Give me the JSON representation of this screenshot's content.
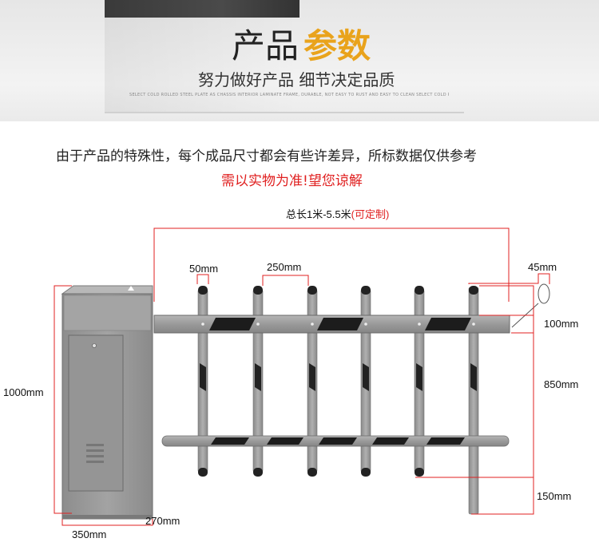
{
  "header": {
    "title_black": "产品",
    "title_accent": "参数",
    "subtitle": "努力做好产品 细节决定品质",
    "fine_print": "SELECT COLD ROLLED STEEL PLATE AS CHASSIS INTERIOR LAMINATE FRAME, DURABLE, NOT EASY TO RUST AND EASY TO CLEAN SELECT COLD ROLLED STEEL PLATE AS CHASSIS INTERIOR LAMINATE FRAME, DURABLE, NOT EASY TO RUST AND EASY TO CLEAN THICKENED LAMINATE FRAME"
  },
  "notes": {
    "line1": "由于产品的特殊性，每个成品尺寸都会有些许差异，所标数据仅供参考",
    "line2": "需以实物为准!望您谅解"
  },
  "dimensions": {
    "total_length": "总长1米-5.5米",
    "total_length_note": "(可定制)",
    "picket_width": "50mm",
    "picket_spacing": "250mm",
    "tip_width": "45mm",
    "beam_height": "100mm",
    "grid_height": "850mm",
    "bottom_gap": "150mm",
    "cabinet_height": "1000mm",
    "cabinet_width": "350mm",
    "cabinet_depth": "270mm"
  },
  "colors": {
    "accent": "#e9a31c",
    "warning": "#e02020",
    "cabinet": "#9a9a9a",
    "bar": "#9c9c9c",
    "dimension_line": "#e02020"
  }
}
